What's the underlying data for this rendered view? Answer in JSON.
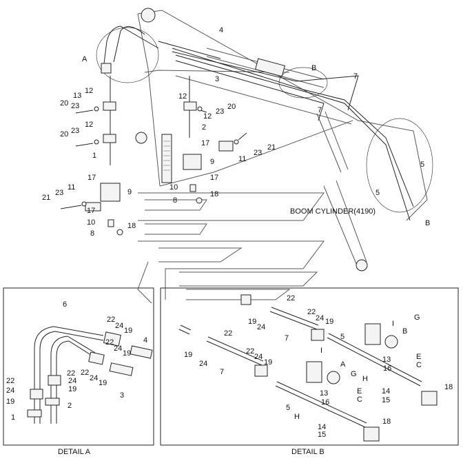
{
  "callouts": {
    "n1": "1",
    "n2": "2",
    "n3": "3",
    "n4": "4",
    "n5": "5",
    "n6": "6",
    "n7": "7",
    "n8": "8",
    "n9": "9",
    "n10": "10",
    "n11": "11",
    "n12": "12",
    "n13": "13",
    "n14": "14",
    "n15": "15",
    "n16": "16",
    "n17": "17",
    "n18": "18",
    "n19": "19",
    "n20": "20",
    "n21": "21",
    "n22": "22",
    "n23": "23",
    "n24": "24"
  },
  "detail_letters": {
    "a": "A",
    "b": "B",
    "c": "C",
    "e": "E",
    "g": "G",
    "h": "H",
    "i": "I"
  },
  "boom_cylinder_label": "BOOM CYLINDER(4190)",
  "detail_a_caption": "DETAIL A",
  "detail_b_caption": "DETAIL B"
}
